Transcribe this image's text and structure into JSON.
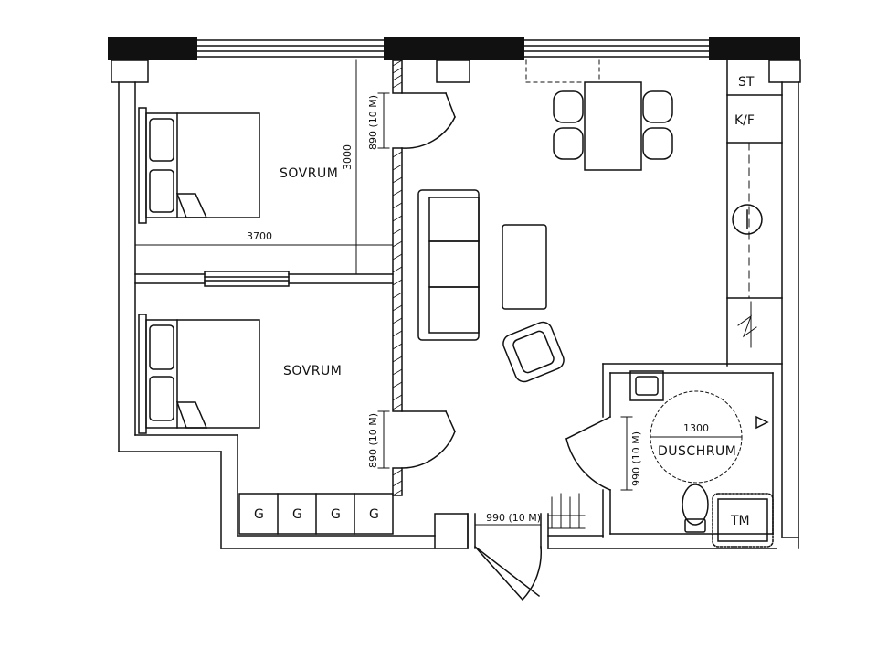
{
  "rooms": {
    "bedroom_top": "SOVRUM",
    "bedroom_bottom": "SOVRUM",
    "shower_room": "DUSCHRUM"
  },
  "dimensions": {
    "room_width": "3700",
    "room_depth": "3000",
    "door_bedroom_top": "890 (10 M)",
    "door_bedroom_bottom": "890 (10 M)",
    "door_shower": "990 (10 M)",
    "door_entrance": "990 (10 M)",
    "turning_circle": "1300"
  },
  "fixtures": {
    "storage": "ST",
    "fridge_freezer": "K/F",
    "washer_dryer": "TM",
    "wardrobes": [
      "G",
      "G",
      "G",
      "G"
    ]
  }
}
